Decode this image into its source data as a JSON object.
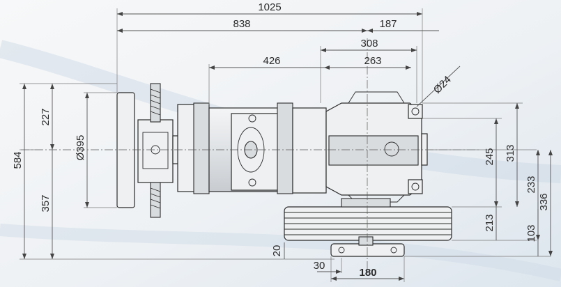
{
  "drawing": {
    "dimensions": {
      "overall_length": "1025",
      "length_to_pulley_axis": "838",
      "pulley_axis_to_end": "187",
      "gearbox_width": "308",
      "gearbox_inner": "263",
      "motor_length": "426",
      "bolt_hole": "Ø24",
      "flange_diameter": "Ø395",
      "total_height": "584",
      "upper_height": "227",
      "lower_height": "357",
      "gearbox_height_a": "245",
      "gearbox_height_b": "313",
      "shaft_to_base_a": "233",
      "shaft_to_base_b": "336",
      "pulley_height": "213",
      "base_offset": "103",
      "base_thickness": "20",
      "foot_gap": "30",
      "foot_width": "180"
    }
  }
}
